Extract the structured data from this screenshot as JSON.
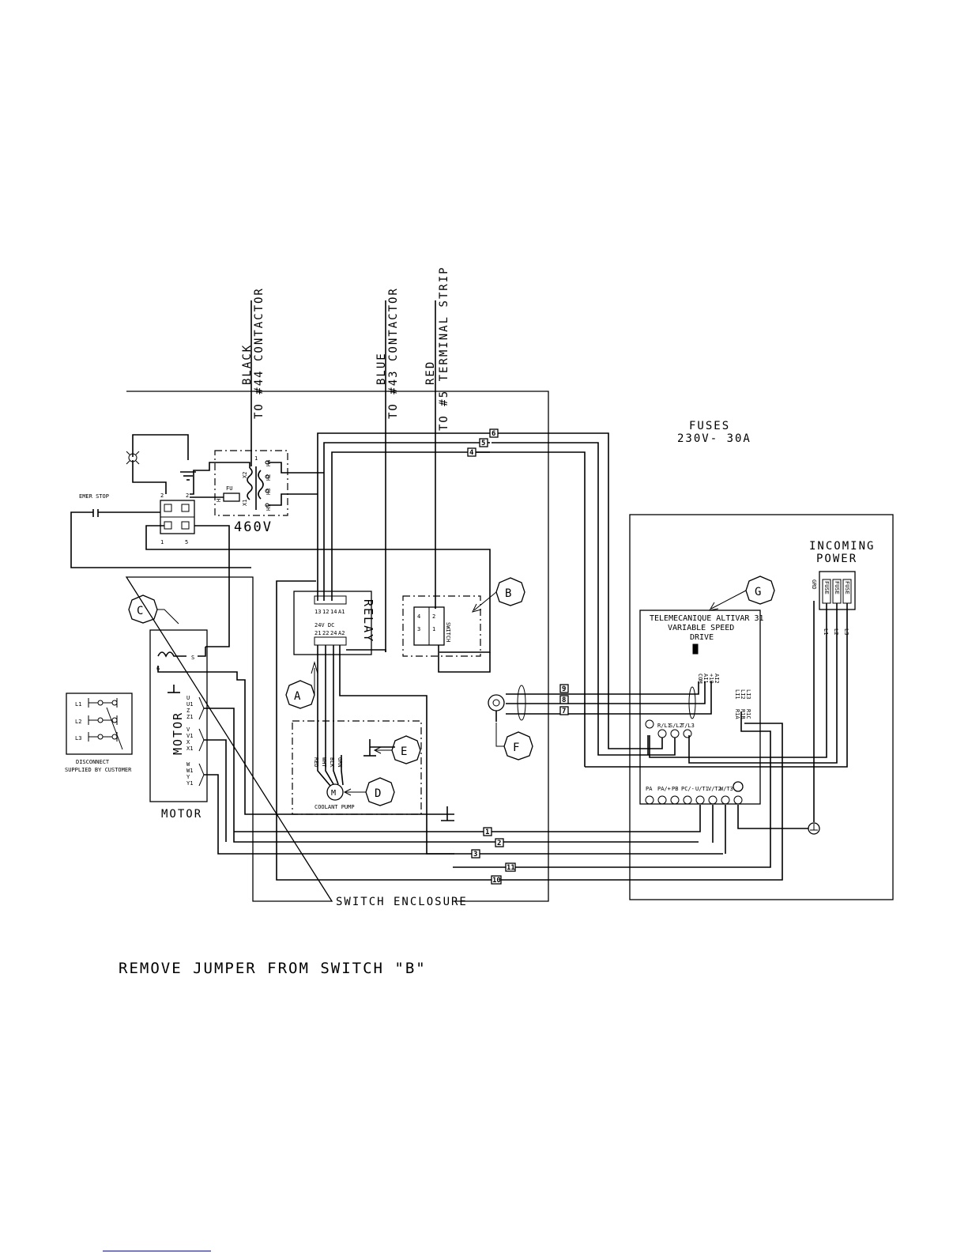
{
  "wires_top": {
    "black": "BLACK",
    "to44": "TO #44 CONTACTOR",
    "blue": "BLUE",
    "to43": "TO #43 CONTACTOR",
    "red": "RED",
    "to5": "TO #5 TERMINAL STRIP"
  },
  "transformer": {
    "voltage": "460V",
    "fuse": "FU",
    "x1": "X1",
    "x2": "X2",
    "h1": "H1",
    "h2": "H2",
    "h3": "H3",
    "h4": "H4",
    "tap": "1",
    "h_side": "H"
  },
  "emer_stop": {
    "label": "EMER STOP",
    "t2a": "2",
    "t2b": "2",
    "t1": "1",
    "t5": "5"
  },
  "fuses": {
    "title": "FUSES",
    "rating": "230V- 30A"
  },
  "incoming": {
    "line1": "INCOMING",
    "line2": "POWER",
    "l1": "L1",
    "l2": "L2",
    "l3": "L3",
    "grd": "GRD",
    "fuse_labels": [
      "FUSE",
      "FUSE",
      "FUSE"
    ]
  },
  "drive": {
    "line1": "TELEMECANIQUE ALTIVAR 31",
    "line2": "VARIABLE SPEED",
    "line3": "DRIVE",
    "top_terms": [
      "PA",
      "PA/+",
      "PB",
      "PC/-",
      "U/T1",
      "V/T2",
      "W/T3"
    ],
    "line_terms": [
      "R/L1",
      "S/L2",
      "T/L3"
    ],
    "logic_terms": [
      "COM",
      "AI1",
      "+10",
      "AI2"
    ],
    "relay_terms": [
      "R1A",
      "R1B",
      "R1C"
    ],
    "left_terms": [
      "LI1",
      "LI2",
      "LI3"
    ]
  },
  "relay": {
    "label": "RELAY",
    "coil": "24V DC",
    "row1": [
      "13",
      "12",
      "14",
      "A1"
    ],
    "row2": [
      "21",
      "22",
      "24",
      "A2"
    ]
  },
  "switch": {
    "label": "SWITCH",
    "terms": [
      "4",
      "3",
      "1",
      "2"
    ]
  },
  "motor": {
    "label": "MOTOR",
    "caption": "MOTOR",
    "s": "S",
    "six": "6",
    "uw": [
      "U",
      "U1",
      "Z",
      "Z1"
    ],
    "vx": [
      "V",
      "V1",
      "X",
      "X1"
    ],
    "wy": [
      "W",
      "W1",
      "Y",
      "Y1"
    ]
  },
  "pump": {
    "label": "COOLANT PUMP",
    "m": "M",
    "wires": [
      "RED",
      "WHT",
      "BLK",
      "GRN"
    ]
  },
  "disconnect": {
    "l1": "L1",
    "l2": "L2",
    "l3": "L3",
    "line1": "DISCONNECT",
    "line2": "SUPPLIED BY CUSTOMER"
  },
  "callouts": [
    "A",
    "B",
    "C",
    "D",
    "E",
    "F",
    "G"
  ],
  "wire_numbers": [
    "6",
    "5",
    "4",
    "9",
    "8",
    "7",
    "1",
    "2",
    "3",
    "11",
    "10"
  ],
  "enclosure_label": "SWITCH ENCLOSURE",
  "note": "REMOVE JUMPER FROM SWITCH \"B\""
}
